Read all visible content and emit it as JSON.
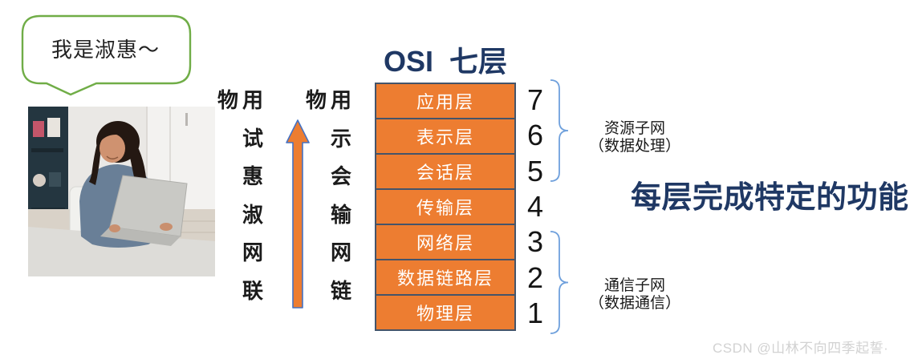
{
  "bubble": {
    "text": "我是淑惠～"
  },
  "photo": {
    "description": "woman-using-laptop-photo"
  },
  "mnemonic": {
    "arrow": "up",
    "left": {
      "row1": [
        "物",
        "用"
      ],
      "rows": [
        "试",
        "惠",
        "淑",
        "网",
        "联"
      ]
    },
    "right": {
      "row1": [
        "物",
        "用"
      ],
      "rows": [
        "示",
        "会",
        "输",
        "网",
        "链"
      ]
    }
  },
  "osi": {
    "title": "OSI  七层",
    "layers": [
      {
        "num": "7",
        "name": "应用层"
      },
      {
        "num": "6",
        "name": "表示层"
      },
      {
        "num": "5",
        "name": "会话层"
      },
      {
        "num": "4",
        "name": "传输层"
      },
      {
        "num": "3",
        "name": "网络层"
      },
      {
        "num": "2",
        "name": "数据链路层"
      },
      {
        "num": "1",
        "name": "物理层"
      }
    ]
  },
  "groups": [
    {
      "title": "资源子网",
      "subtitle": "（数据处理）",
      "covers": "7-5"
    },
    {
      "title": "通信子网",
      "subtitle": "（数据通信）",
      "covers": "3-1"
    }
  ],
  "caption": "每层完成特定的功能",
  "watermark": "CSDN @山林不向四季起誓·",
  "colors": {
    "layer_fill": "#ED7D31",
    "layer_border": "#44546A",
    "title": "#1F3864",
    "bracket": "#6FA0DC",
    "bubble_border": "#70AD47",
    "arrow_fill": "#ED7D31",
    "arrow_border": "#4472C4",
    "watermark": "#d2d2d2"
  }
}
